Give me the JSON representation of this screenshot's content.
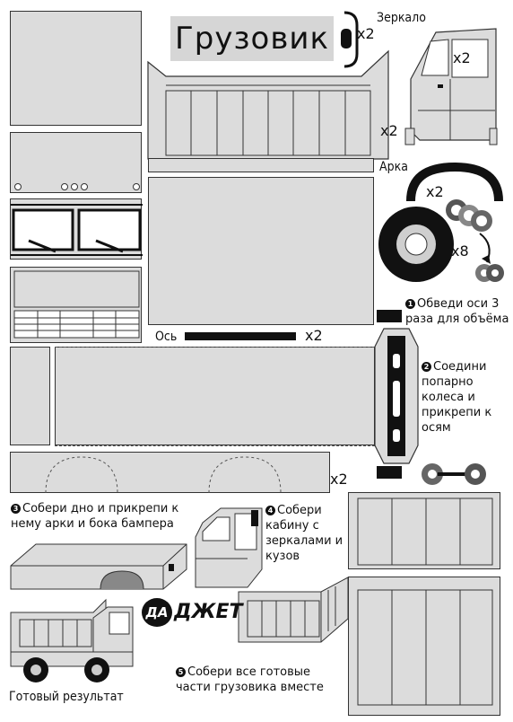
{
  "title": "Грузовик",
  "labels": {
    "mirror": "Зеркало",
    "arch": "Арка",
    "axle": "Ось",
    "result": "Готовый результат"
  },
  "multipliers": {
    "mirror": "x2",
    "cabin_door": "x2",
    "cabin_side": "x2",
    "arch": "x2",
    "wheels": "x8",
    "axle": "x2",
    "bumper": "x2"
  },
  "steps": [
    {
      "num": "1",
      "text": "Обведи оси 3 раза для объёма"
    },
    {
      "num": "2",
      "text": "Соедини попарно колеса и прикрепи к осям"
    },
    {
      "num": "3",
      "text": "Собери дно и прикрепи к нему арки и бока бампера"
    },
    {
      "num": "4",
      "text": "Собери кабину с зеркалами и кузов"
    },
    {
      "num": "5",
      "text": "Собери все готовые части грузовика вместе"
    }
  ],
  "brand": {
    "part1": "ДА",
    "part2": "ДЖЕТ"
  },
  "colors": {
    "paper": "#dcdcdc",
    "outline": "#333333",
    "ink": "#111111",
    "background": "#ffffff"
  }
}
